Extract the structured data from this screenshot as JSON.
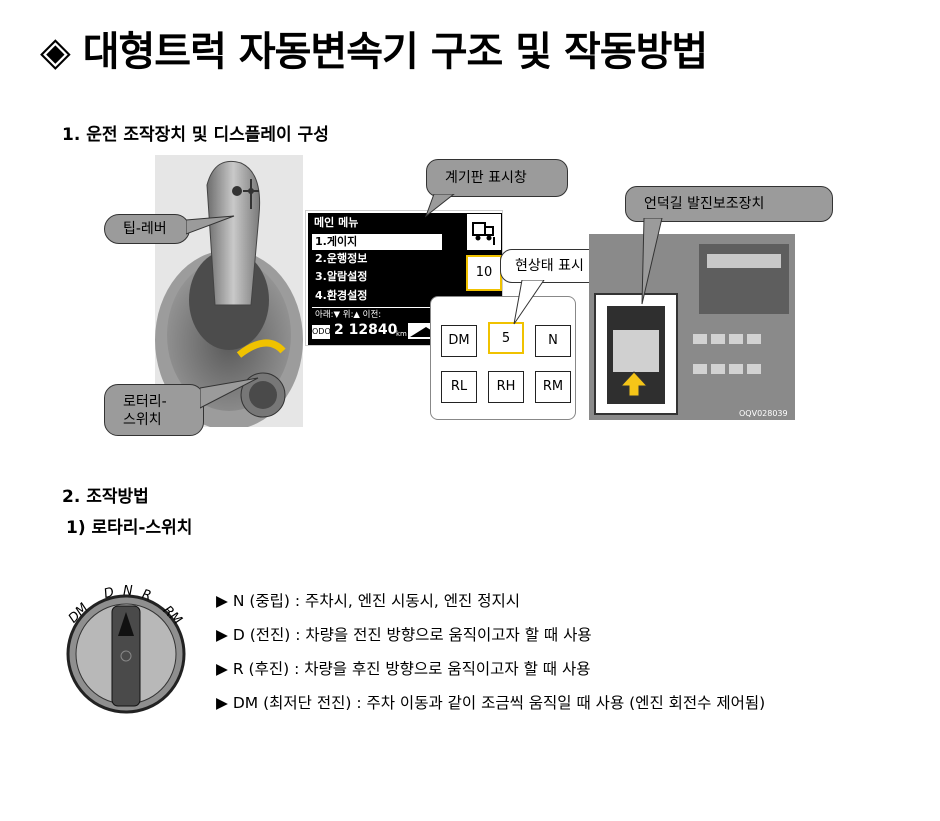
{
  "title": "◈ 대형트럭 자동변속기 구조 및 작동방법",
  "section1": "1. 운전 조작장치 및 디스플레이 구성",
  "section2": "2. 조작방법",
  "section2_1": "1) 로타리-스위치",
  "callouts": {
    "tip_lever": "팁-레버",
    "rotary_line1": "로터리-",
    "rotary_line2": "스위치",
    "dashboard": "계기판 표시창",
    "current_state": "현상태 표시",
    "hill_start": "언덕길 발진보조장치"
  },
  "display": {
    "menu_title": "메인 메뉴",
    "items": [
      "1.게이지",
      "2.운행정보",
      "3.알람설정",
      "4.환경설정"
    ],
    "nav": "아래:▼  위:▲   이전:",
    "odo": "ODO",
    "odo_value": "2 12840",
    "odo_unit": "km",
    "gear_indicator": "10"
  },
  "gear_boxes": [
    "DM",
    "5",
    "N",
    "RL",
    "RH",
    "RM"
  ],
  "photo_code": "OQV028039",
  "dial_labels": [
    "DM",
    "D",
    "N",
    "R",
    "RM"
  ],
  "bullets": [
    "▶ N (중립) : 주차시, 엔진 시동시, 엔진 정지시",
    "▶ D (전진) : 차량을 전진 방향으로 움직이고자 할 때 사용",
    "▶ R (후진) : 차량을 후진 방향으로 움직이고자 할 때 사용",
    "▶ DM (최저단 전진) : 주차 이동과 같이 조금씩 움직일 때 사용 (엔진 회전수 제어됨)"
  ],
  "colors": {
    "callout_fill": "#9b9b9b",
    "arrow_yellow": "#f5c518"
  }
}
